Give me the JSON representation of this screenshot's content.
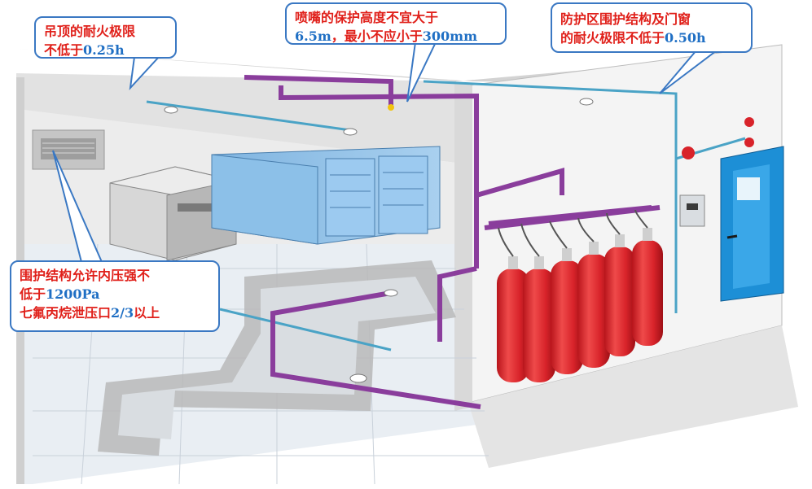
{
  "callouts": {
    "ceiling": {
      "line1_red": "吊顶的耐火极限",
      "line2_red": "不低于",
      "line2_blue": "0.25h"
    },
    "nozzle": {
      "line1_red": "喷嘴的保护高度不宜大于",
      "line2_blue_a": "6.5m",
      "line2_red": "，最小不应小于",
      "line2_blue_b": "300mm"
    },
    "enclosure": {
      "line1_red": "防护区围护结构及门窗",
      "line2_red": "的耐火极限不低于",
      "line2_blue": "0.50h"
    },
    "pressure": {
      "line1_red": "围护结构允许内压强不",
      "line2_red": "低于",
      "line2_blue": "1200Pa",
      "line3_red": "七氟丙烷泄压口",
      "line3_blue": "2/3",
      "line3_red_b": "以上"
    }
  },
  "colors": {
    "callout_text_red": "#e0201a",
    "callout_text_blue": "#1f6fc4",
    "callout_border": "#3a78c3",
    "pipe_purple": "#8a3d9c",
    "pipe_cyan": "#4aa3c6",
    "cylinder_red": "#d8232a",
    "door_blue": "#1d8fd6"
  },
  "icons": [
    "smoke-detector-icon",
    "alarm-bell-icon",
    "strobe-light-icon",
    "control-panel-icon",
    "door-handle-icon"
  ]
}
